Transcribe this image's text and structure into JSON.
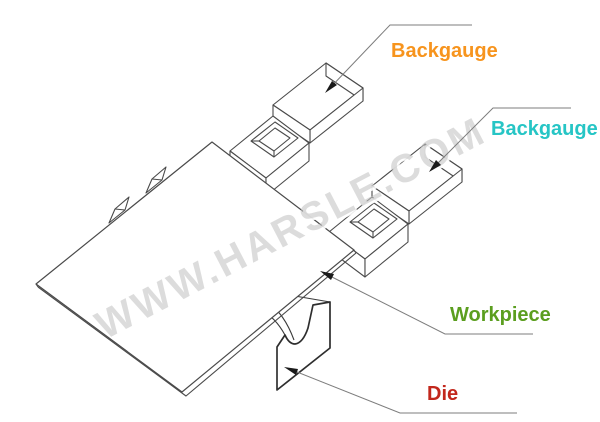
{
  "watermark": {
    "text": "WWW.HARSLE.COM",
    "color": "#c6c6c6"
  },
  "labels": {
    "backgauge1": {
      "text": "Backgauge",
      "color": "#f7941d"
    },
    "backgauge2": {
      "text": "Backgauge",
      "color": "#26c5c5"
    },
    "workpiece": {
      "text": "Workpiece",
      "color": "#5b9e1f"
    },
    "die": {
      "text": "Die",
      "color": "#c2271c"
    }
  },
  "drawing": {
    "line_color": "#4a4a4a",
    "leader_color": "#7d7d7d",
    "arrow_color": "#1a1a1a"
  }
}
